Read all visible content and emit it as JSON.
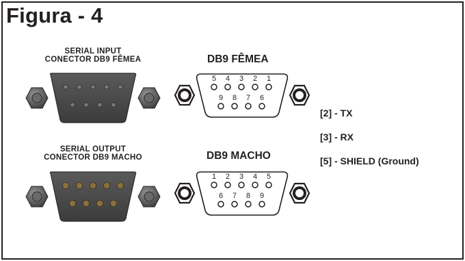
{
  "figure_title": "Figura - 4",
  "serial_input": {
    "line1": "SERIAL INPUT",
    "line2": "CONECTOR DB9 FÊMEA"
  },
  "serial_output": {
    "line1": "SERIAL OUTPUT",
    "line2": "CONECTOR DB9 MACHO"
  },
  "db9_female": {
    "title": "DB9 FÊMEA",
    "top_row": [
      "5",
      "4",
      "3",
      "2",
      "1"
    ],
    "bottom_row": [
      "9",
      "8",
      "7",
      "6"
    ]
  },
  "db9_male": {
    "title": "DB9 MACHO",
    "top_row": [
      "1",
      "2",
      "3",
      "4",
      "5"
    ],
    "bottom_row": [
      "6",
      "7",
      "8",
      "9"
    ]
  },
  "pin_legend": [
    "[2] - TX",
    "[3] - RX",
    "[5] - SHIELD (Ground)"
  ],
  "colors": {
    "ink": "#231f20",
    "connector_body": "#4a4a4a",
    "female_pin": "#6b6b6b",
    "male_pin": "#8a7040",
    "nut": "#5a5a5a"
  }
}
